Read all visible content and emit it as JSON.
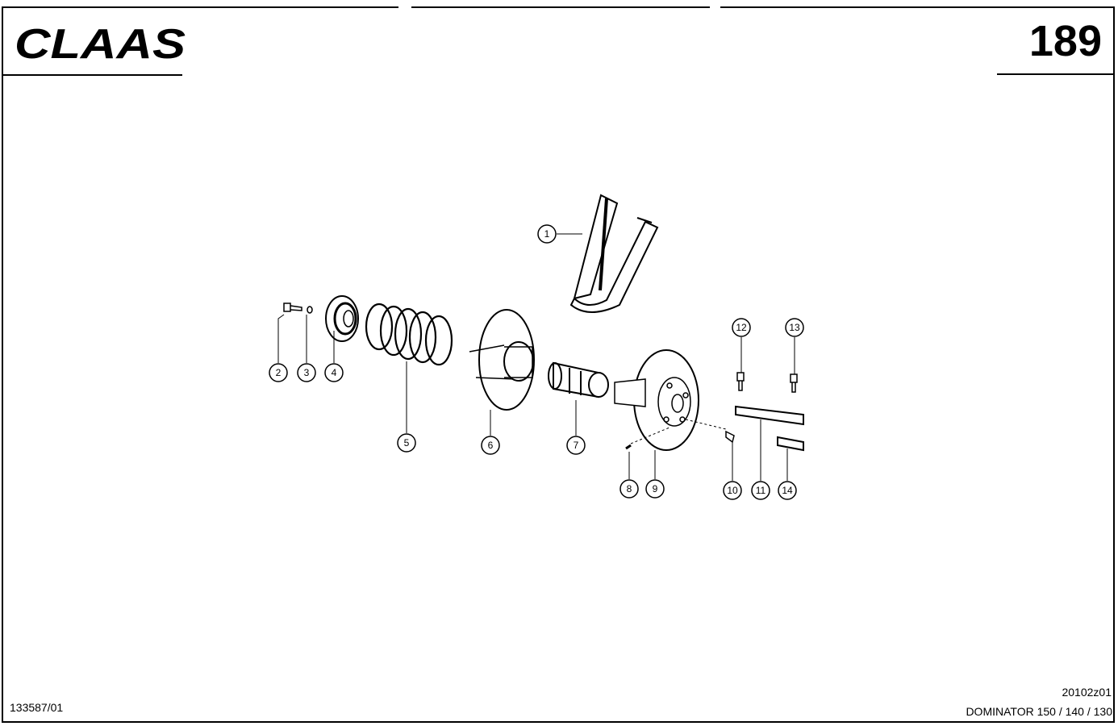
{
  "header": {
    "brand": "CLAAS",
    "page_number": "189"
  },
  "footer": {
    "document_code": "133587/01",
    "drawing_id": "20102z01",
    "model": "DOMINATOR 150 / 140 / 130"
  },
  "callouts": [
    "1",
    "2",
    "3",
    "4",
    "5",
    "6",
    "7",
    "8",
    "9",
    "10",
    "11",
    "12",
    "13",
    "14"
  ]
}
